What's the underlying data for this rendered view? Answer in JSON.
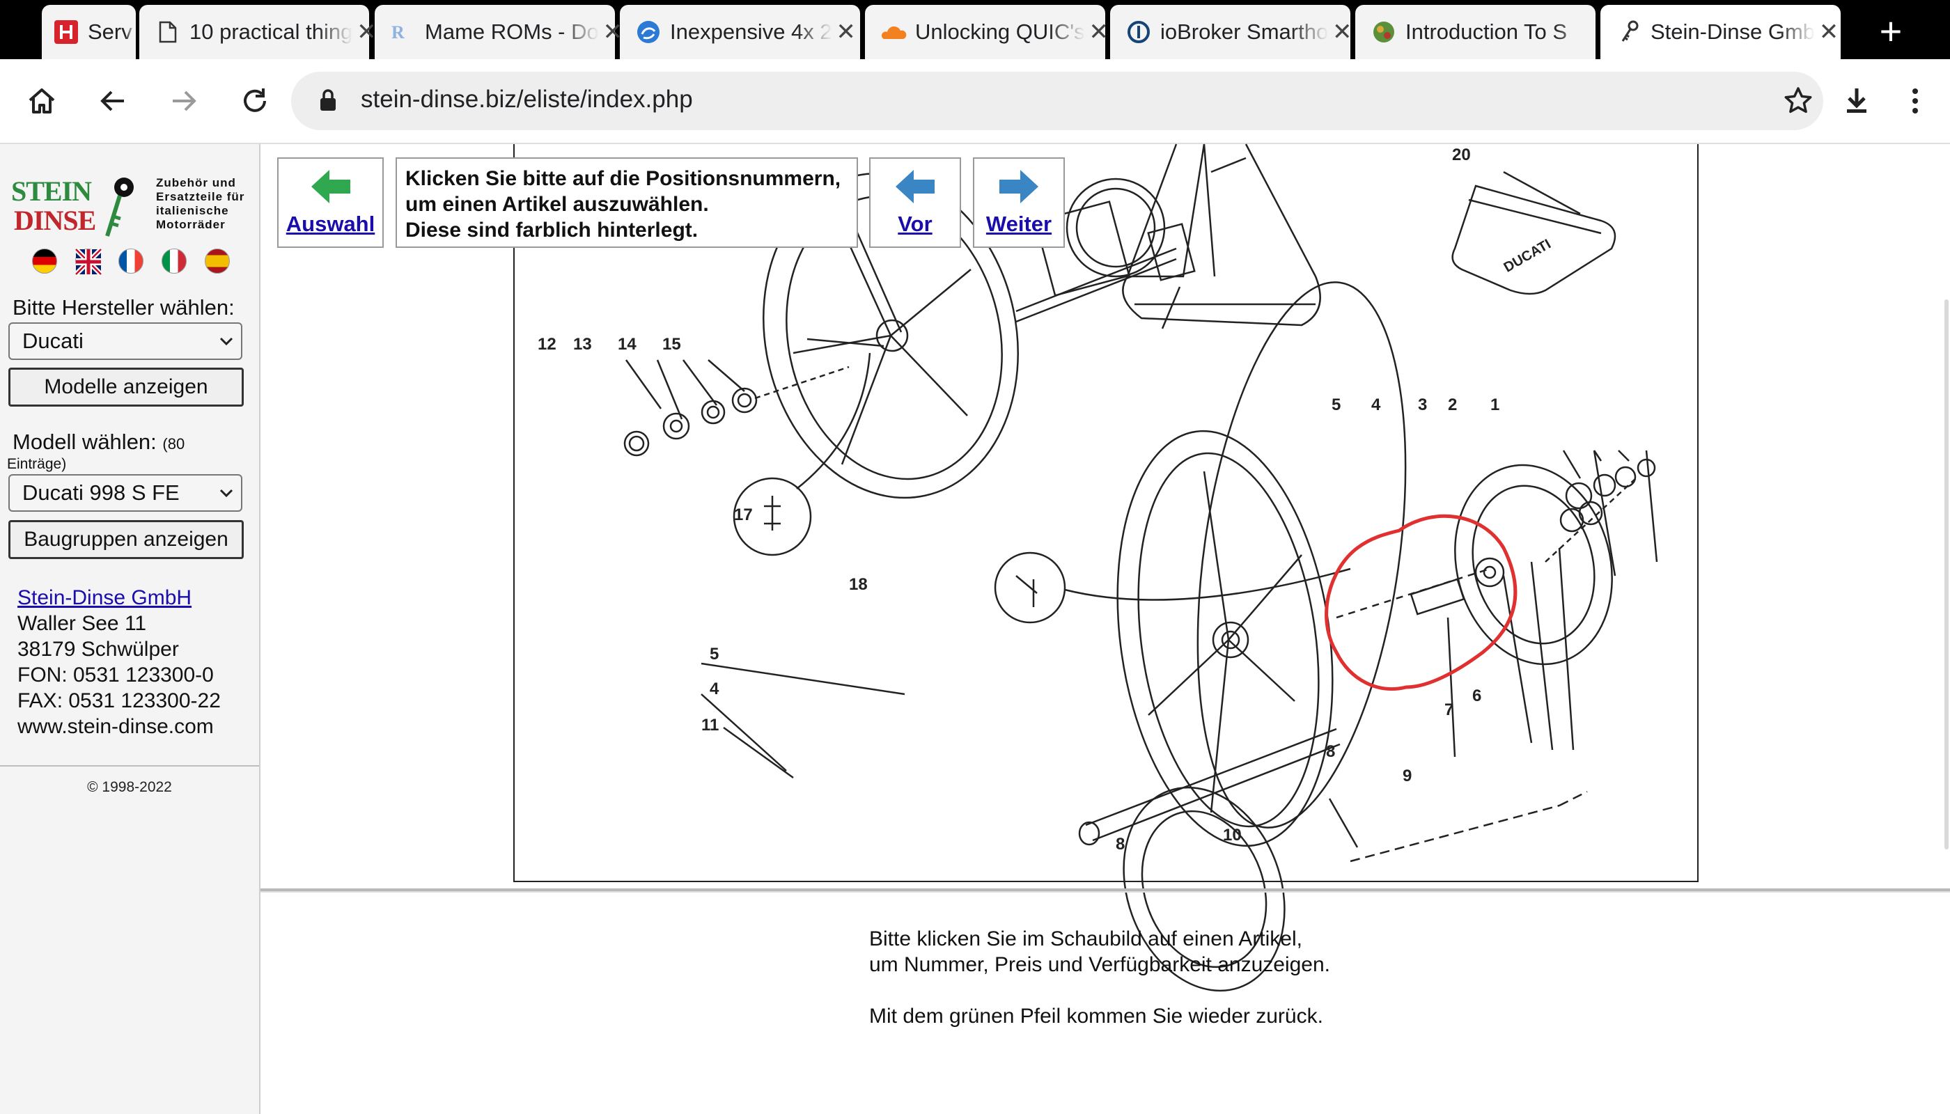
{
  "browser": {
    "tabs": [
      {
        "title": "Serv",
        "icon": "h-square-icon"
      },
      {
        "title": "10 practical thing",
        "icon": "document-icon"
      },
      {
        "title": "Mame ROMs - Do",
        "icon": "mame-icon"
      },
      {
        "title": "Inexpensive 4x 2",
        "icon": "blue-swirl-icon"
      },
      {
        "title": "Unlocking QUIC's",
        "icon": "cloud-icon"
      },
      {
        "title": "ioBroker Smartho",
        "icon": "iobroker-icon"
      },
      {
        "title": "Introduction To S",
        "icon": "globe-icon"
      },
      {
        "title": "Stein-Dinse Gmb",
        "icon": "key-icon"
      }
    ],
    "active_tab": 7,
    "url": "stein-dinse.biz/eliste/index.php"
  },
  "sidebar": {
    "logo_text_1": "STEIN",
    "logo_text_2": "DINSE",
    "logo_tagline": [
      "Zubehör und",
      "Ersatzteile für",
      "italienische",
      "Motorräder"
    ],
    "manufacturer_label": "Bitte Hersteller wählen:",
    "manufacturer_value": "Ducati",
    "models_button": "Modelle anzeigen",
    "model_label": "Modell wählen:",
    "model_count": "(80",
    "model_count_2": "Einträge)",
    "model_value": "Ducati 998 S FE",
    "groups_button": "Baugruppen anzeigen",
    "company_link": "Stein-Dinse GmbH",
    "address": [
      "Waller See 11",
      "38179 Schwülper",
      "FON: 0531 123300-0",
      "FAX: 0531 123300-22",
      "www.stein-dinse.com"
    ],
    "copyright": "© 1998-2022"
  },
  "nav": {
    "back_label": "Auswahl",
    "instructions": [
      "Klicken Sie bitte auf die Positionsnummern,",
      "um einen Artikel auszuwählen.",
      "Diese sind farblich hinterlegt."
    ],
    "prev_label": "Vor",
    "next_label": "Weiter"
  },
  "diagram": {
    "position_numbers": [
      "20",
      "12",
      "13",
      "14",
      "15",
      "5",
      "4",
      "3",
      "2",
      "1",
      "17",
      "18",
      "5",
      "4",
      "11",
      "7",
      "6",
      "9",
      "8",
      "8",
      "10"
    ],
    "stand_label": "DUCATI"
  },
  "info": {
    "lines": [
      "Bitte klicken Sie im Schaubild auf einen Artikel,",
      "um Nummer, Preis und Verfügbarkeit anzuzeigen."
    ],
    "back_hint": "Mit dem grünen Pfeil kommen Sie wieder zurück."
  },
  "colors": {
    "link": "#1a0dab",
    "arrow_green": "#2fa84f",
    "arrow_blue": "#3a86c4",
    "highlight_circle": "#e03030"
  }
}
